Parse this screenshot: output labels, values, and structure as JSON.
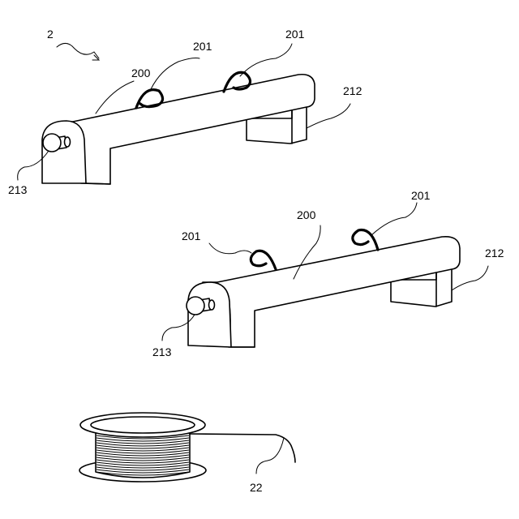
{
  "labels": {
    "assembly": "2",
    "body": "200",
    "hook": "201",
    "foot": "212",
    "knob": "213",
    "spool": "22"
  }
}
